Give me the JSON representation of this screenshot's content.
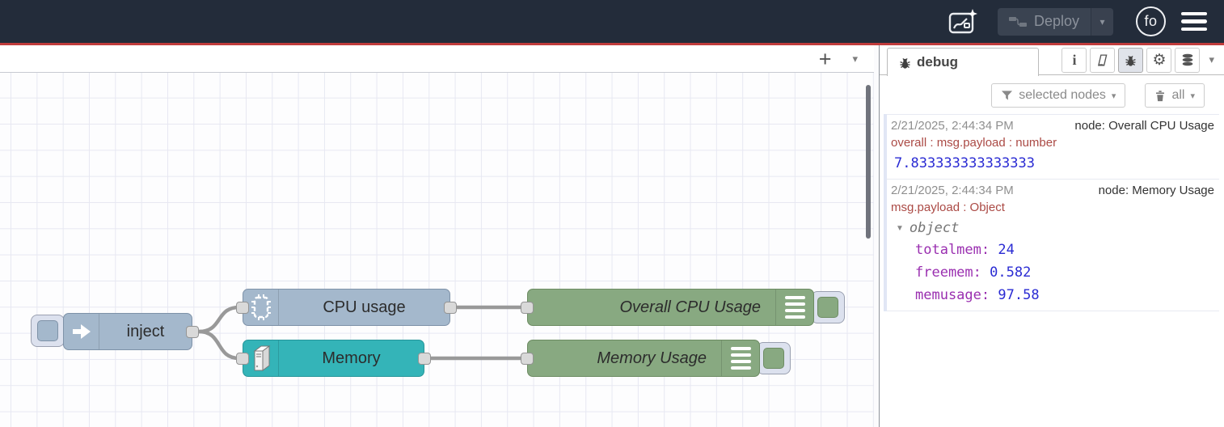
{
  "header": {
    "deploy_label": "Deploy",
    "avatar_initials": "fo"
  },
  "canvas": {
    "nodes": {
      "inject": {
        "label": "inject"
      },
      "cpu": {
        "label": "CPU usage"
      },
      "memory": {
        "label": "Memory"
      },
      "debug_cpu": {
        "label": "Overall CPU Usage"
      },
      "debug_mem": {
        "label": "Memory Usage"
      }
    }
  },
  "sidebar": {
    "tab_label": "debug",
    "filter_label": "selected nodes",
    "clear_label": "all",
    "messages": [
      {
        "timestamp": "2/21/2025, 2:44:34 PM",
        "node": "node: Overall CPU Usage",
        "path": "overall : msg.payload : number",
        "value": "7.833333333333333"
      },
      {
        "timestamp": "2/21/2025, 2:44:34 PM",
        "node": "node: Memory Usage",
        "path": "msg.payload : Object",
        "tree": {
          "label": "object",
          "rows": [
            {
              "key": "totalmem:",
              "value": "24"
            },
            {
              "key": "freemem:",
              "value": "0.582"
            },
            {
              "key": "memusage:",
              "value": "97.58"
            }
          ]
        }
      }
    ]
  },
  "icons": {
    "caret_down": "▾",
    "tree_caret": "▼",
    "plus": "+",
    "gear": "⚙",
    "info": "i"
  },
  "colors": {
    "header_bg": "#232c3a",
    "header_underline": "#c03c3c",
    "inject_node": "#a4b8cc",
    "memory_node": "#34b4b8",
    "debug_node": "#88a981",
    "wire": "#999999",
    "debug_path_text": "#ab4a45",
    "debug_number": "#2a2bd3",
    "debug_key": "#9a2fb0"
  }
}
